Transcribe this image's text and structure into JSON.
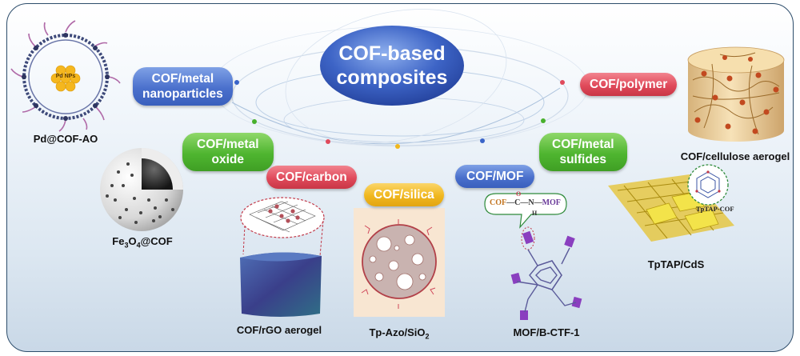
{
  "title": {
    "line1": "COF-based",
    "line2": "composites"
  },
  "categories": {
    "metal_nanoparticles": {
      "line1": "COF/metal",
      "line2": "nanoparticles",
      "color": "#4a70cc"
    },
    "metal_oxide": {
      "line1": "COF/metal",
      "line2": "oxide",
      "color": "#4fb530"
    },
    "carbon": {
      "label": "COF/carbon",
      "color": "#e04a5b"
    },
    "silica": {
      "label": "COF/silica",
      "color": "#f0b71e"
    },
    "mof": {
      "label": "COF/MOF",
      "color": "#4a70cc"
    },
    "metal_sulfides": {
      "line1": "COF/metal",
      "line2": "sulfides",
      "color": "#4fb530"
    },
    "polymer": {
      "label": "COF/polymer",
      "color": "#e04a5b"
    }
  },
  "examples": {
    "pd_cof_ao": "Pd@COF-AO",
    "pd_nps": "Pd NPs",
    "fe3o4_cof": {
      "base": "Fe",
      "sub1": "3",
      "mid": "O",
      "sub2": "4",
      "tail": "@COF"
    },
    "cof_rgo": "COF/rGO aerogel",
    "tp_azo": {
      "base": "Tp-Azo/SiO",
      "sub": "2"
    },
    "mof_bctf": "MOF/B-CTF-1",
    "mof_formula": {
      "a": "COF",
      "b": "C",
      "c": "N",
      "d": "MOF",
      "o": "O",
      "h": "H"
    },
    "tptap_cds": "TpTAP/CdS",
    "tptap_cof": "TpTAP-COF",
    "cellulose": "COF/cellulose aerogel"
  }
}
